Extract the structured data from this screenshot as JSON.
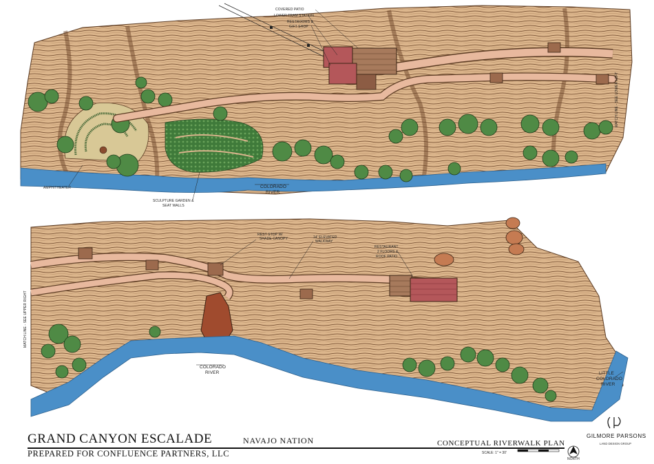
{
  "labels": {
    "covered_patio": "COVERED PATIO",
    "lower_tram_station": "LOWER TRAM STATION",
    "restrooms_1": "RESTROOMS &",
    "restrooms_2": "GIFT SHOP",
    "amphitheater": "AMPHITHEATER",
    "sculpture_1": "SCULPTURE GARDEN &",
    "sculpture_2": "SEAT WALLS",
    "colorado_river_top_1": "COLORADO",
    "colorado_river_top_2": "RIVER",
    "match_line_upper": "MATCH LINE - SEE LOWER LEFT",
    "match_line_lower": "MATCH LINE - SEE UPPER RIGHT",
    "rest_stop_1": "REST STOP W/",
    "rest_stop_2": "SHADE CANOPY",
    "walkway_1": "14' ELEVATED",
    "walkway_2": "WALKWAY",
    "restaurant_1": "RESTAURANT",
    "restaurant_2": "2 FLOORS &",
    "restaurant_3": "ROOF PATIO",
    "colorado_river_bottom_1": "COLORADO",
    "colorado_river_bottom_2": "RIVER",
    "little_colorado_1": "LITTLE",
    "little_colorado_2": "COLORADO",
    "little_colorado_3": "RIVER"
  },
  "title_block": {
    "project": "GRAND CANYON ESCALADE",
    "location": "NAVAJO NATION",
    "prepared_for": "PREPARED FOR CONFLUENCE PARTNERS, LLC",
    "sheet": "CONCEPTUAL RIVERWALK PLAN",
    "scale": "SCALE: 1\" = 30'",
    "north": "NORTH",
    "firm": "GILMORE PARSONS",
    "firm_sub": "LAND DESIGN GROUP"
  },
  "colors": {
    "rock": "#d9b48c",
    "rock_line": "#5a3a22",
    "walkway": "#e8b99e",
    "building": "#b4575a",
    "river": "#4a8fc8",
    "tree": "#4f8a45"
  },
  "icons": [
    "north-arrow-icon",
    "firm-logo-icon"
  ]
}
